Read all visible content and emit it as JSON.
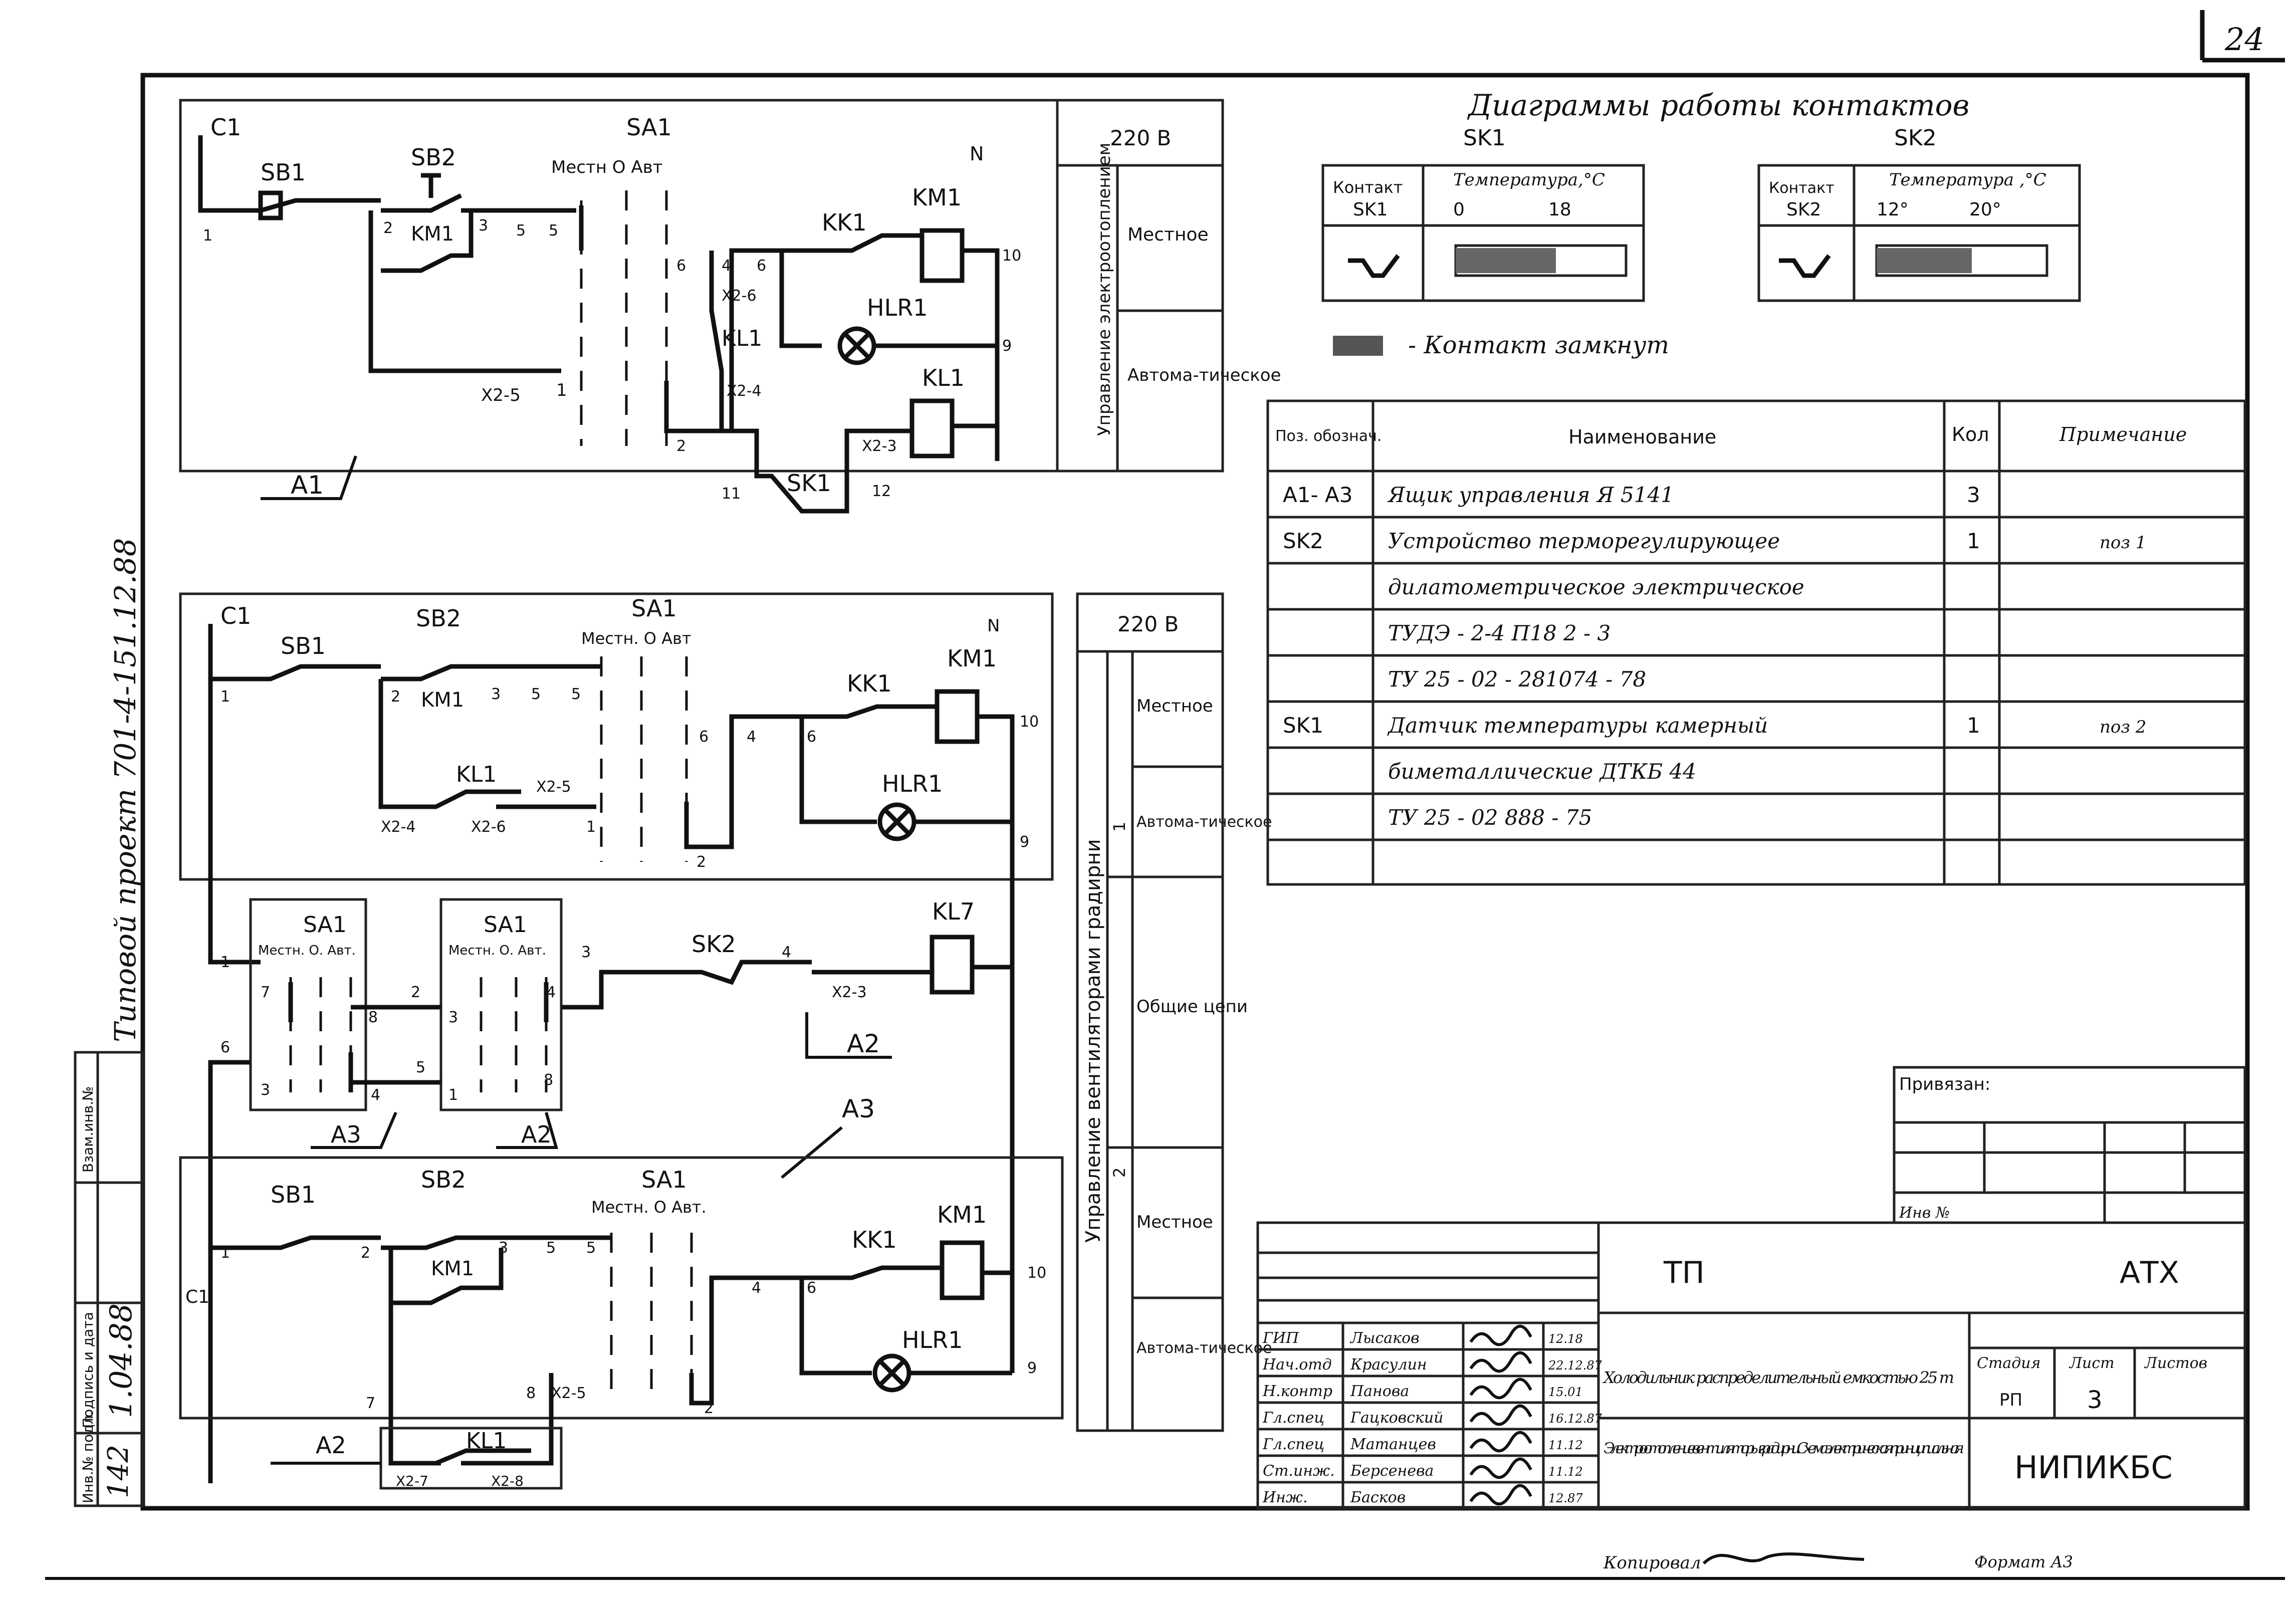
{
  "sheet": {
    "page_number": "24",
    "side_stamp": "Типовой проект 701-4-151.12.88",
    "side_fields": [
      "Инв.№ подл.",
      "Подпись и дата",
      "Взам.инв.№"
    ],
    "side_values": [
      "142",
      "1.04.88"
    ]
  },
  "schemes": {
    "s1": {
      "C1": "C1",
      "N": "N",
      "SB1": "SB1",
      "SB2": "SB2",
      "SA1": "SA1",
      "sa_pos": "Местн   О   Авт",
      "KM1": "KM1",
      "KK1": "KK1",
      "HLR1": "HLR1",
      "KL1": "KL1",
      "SK1": "SK1",
      "A1": "A1",
      "nodes": [
        "1",
        "2",
        "3",
        "5",
        "5",
        "6",
        "4",
        "6",
        "10",
        "9",
        "2",
        "11",
        "12"
      ],
      "terms": [
        "X2-6",
        "X2-4",
        "X2-3",
        "X2-5",
        "1"
      ],
      "km1_contact": "KM1"
    },
    "s1_table": {
      "voltage": "220 В",
      "side": "Управление электроотоплением",
      "row1": "Местное",
      "row2": "Автома-тическое"
    },
    "s2": {
      "C1": "C1",
      "N": "N",
      "SB1": "SB1",
      "SB2": "SB2",
      "SA1": "SA1",
      "sa_pos": "Местн. О  Авт",
      "KM1": "KM1",
      "KK1": "KK1",
      "HLR1": "HLR1",
      "KL1": "KL1",
      "KM1c": "KM1",
      "A2": "A2",
      "nodes": [
        "1",
        "2",
        "3",
        "5",
        "5",
        "6",
        "4",
        "6",
        "10",
        "9",
        "2"
      ],
      "terms": [
        "X2-4",
        "X2-6",
        "X2-5",
        "1"
      ]
    },
    "common": {
      "SA1a": "SA1",
      "SA1b": "SA1",
      "sa_pos": "Местн. О. Авт.",
      "SK2": "SK2",
      "KL7": "KL7",
      "A3": "A3",
      "A2": "A2",
      "A3b": "A3",
      "X23": "X2-3",
      "nodes": [
        "1",
        "6",
        "7",
        "8",
        "3",
        "4",
        "2",
        "5",
        "3",
        "4",
        "3",
        "1",
        "8",
        "4"
      ]
    },
    "s3": {
      "C1": "C1",
      "SB1": "SB1",
      "SB2": "SB2",
      "SA1": "SA1",
      "sa_pos": "Местн. О  Авт.",
      "KM1": "KM1",
      "KK1": "KK1",
      "HLR1": "HLR1",
      "KL1": "KL1",
      "KM1c": "KM1",
      "A2": "A2",
      "nodes": [
        "1",
        "2",
        "3",
        "5",
        "5",
        "4",
        "6",
        "10",
        "9",
        "2",
        "7",
        "8"
      ],
      "terms": [
        "X2-5",
        "X2-7",
        "X2-8"
      ]
    },
    "s2_table": {
      "voltage": "220 В",
      "side": "Управление вентиляторами градирни",
      "rows": [
        "Местное",
        "Автома-тическое",
        "Общие цепи",
        "Местное",
        "Автома-тическое"
      ],
      "nums": [
        "1",
        "2"
      ]
    }
  },
  "diagrams": {
    "title": "Диаграммы работы контактов",
    "sk1": {
      "label": "SK1",
      "h1": "Контакт",
      "h1b": "SK1",
      "h2": "Температура,°С",
      "t0": "0",
      "t1": "18",
      "closed_from": 0,
      "closed_to": 18
    },
    "sk2": {
      "label": "SK2",
      "h1": "Контакт",
      "h1b": "SK2",
      "h2": "Температура ,°С",
      "t0": "12°",
      "t1": "20°",
      "closed_from": 12,
      "closed_to": 20
    },
    "legend": "- Контакт замкнут"
  },
  "spec": {
    "headers": [
      "Поз. обознач.",
      "Наименование",
      "Кол",
      "Примечание"
    ],
    "rows": [
      {
        "pos": "А1- А3",
        "name": "Ящик управления  Я 5141",
        "qty": "3",
        "note": ""
      },
      {
        "pos": "SK2",
        "name": "Устройство терморегулирующее",
        "qty": "1",
        "note": "поз 1"
      },
      {
        "pos": "",
        "name": "дилатометрическое  электрическое",
        "qty": "",
        "note": ""
      },
      {
        "pos": "",
        "name": "ТУДЭ - 2-4 П18 2 - 3",
        "qty": "",
        "note": ""
      },
      {
        "pos": "",
        "name": "ТУ 25 -  02 - 281074 - 78",
        "qty": "",
        "note": ""
      },
      {
        "pos": "SK1",
        "name": "Датчик  температуры  камерный",
        "qty": "1",
        "note": "поз 2"
      },
      {
        "pos": "",
        "name": "биметаллические  ДТКБ  44",
        "qty": "",
        "note": ""
      },
      {
        "pos": "",
        "name": "ТУ 25 - 02  888 - 75",
        "qty": "",
        "note": ""
      },
      {
        "pos": "",
        "name": "",
        "qty": "",
        "note": ""
      }
    ]
  },
  "stamp": {
    "privyazan": "Привязан:",
    "inv": "Инв №",
    "tp": "ТП",
    "atx": "АТХ",
    "people": [
      {
        "role": "ГИП",
        "name": "Лысаков",
        "date": "12.18"
      },
      {
        "role": "Нач.отд",
        "name": "Красулин",
        "date": "22.12.87"
      },
      {
        "role": "Н.контр",
        "name": "Панова",
        "date": "15.01"
      },
      {
        "role": "Гл.спец",
        "name": "Гацковский",
        "date": "16.12.87"
      },
      {
        "role": "Гл.спец",
        "name": "Матанцев",
        "date": "11.12"
      },
      {
        "role": "Ст.инж.",
        "name": "Берсенева",
        "date": "11.12"
      },
      {
        "role": "Инж.",
        "name": "Басков",
        "date": "12.87"
      }
    ],
    "project": "Холодильник распределительный емкостью 25 т",
    "sheet_title": "Электроотопление вентиляторы градирни. Схема электрическая принципиальная",
    "stage_h": "Стадия",
    "list_h": "Лист",
    "lists_h": "Листов",
    "stage": "РП",
    "list": "3",
    "org": "НИПИКБС",
    "copied": "Копировал",
    "format": "Формат А3"
  }
}
